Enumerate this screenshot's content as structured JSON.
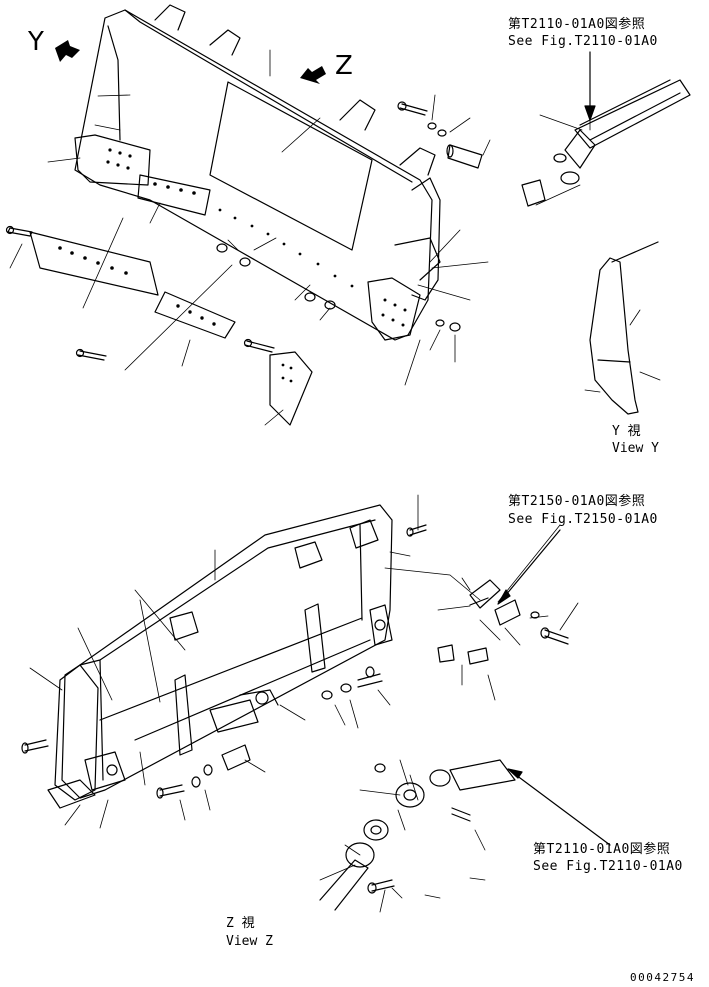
{
  "top_view": {
    "marker_y": "Y",
    "marker_z": "Z",
    "ref_jp": "第T2110-01A0図参照",
    "ref_en": "See Fig.T2110-01A0",
    "caption_jp": "Y 視",
    "caption_en": "View Y"
  },
  "bottom_view": {
    "ref1_jp": "第T2150-01A0図参照",
    "ref1_en": "See Fig.T2150-01A0",
    "ref2_jp": "第T2110-01A0図参照",
    "ref2_en": "See Fig.T2110-01A0",
    "caption_jp": "Z 視",
    "caption_en": "View Z"
  },
  "drawing_number": "00042754"
}
